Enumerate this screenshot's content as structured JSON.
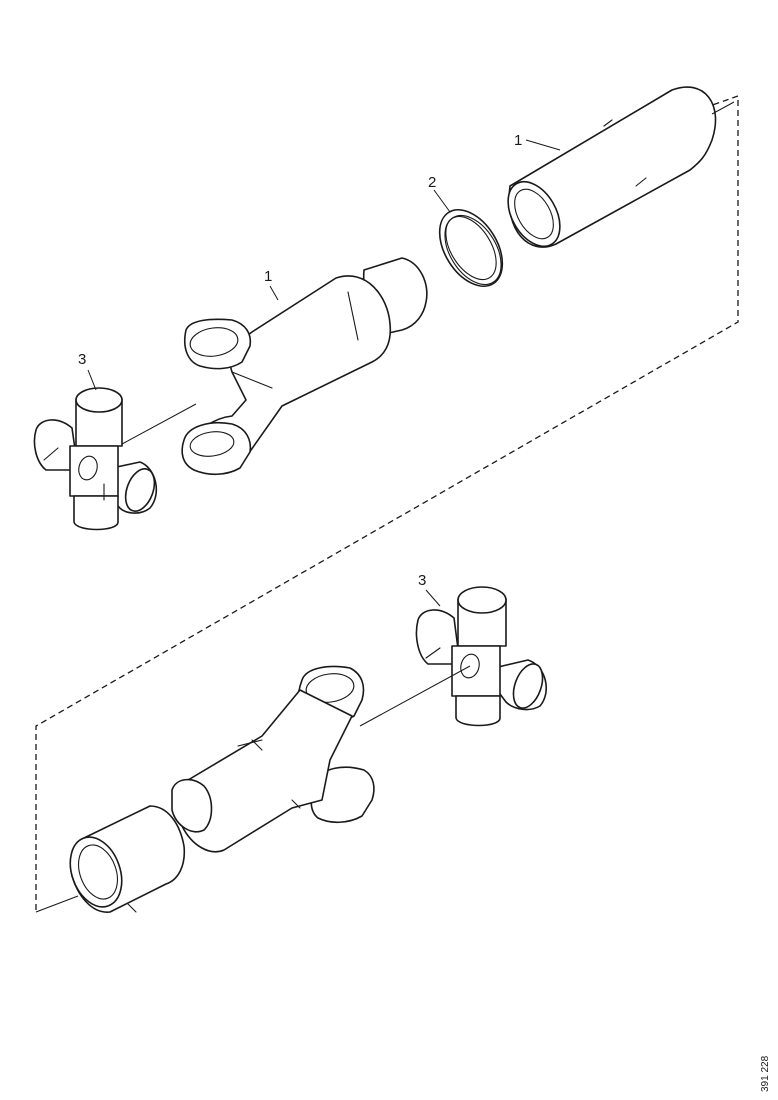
{
  "callouts": {
    "tube_top": "1",
    "ring": "2",
    "yoke_top": "1",
    "cross_top": "3",
    "cross_bottom": "3"
  },
  "reference_number": "391 228",
  "colors": {
    "line": "#1a1a1a",
    "background": "#ffffff"
  }
}
